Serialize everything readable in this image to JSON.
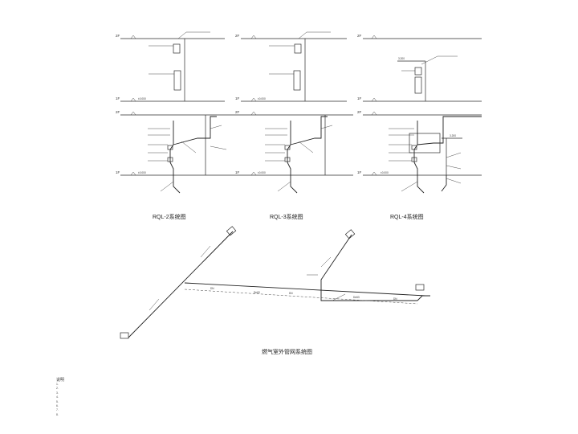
{
  "levels": {
    "floor2": "2F",
    "floor1": "1F",
    "elev_ground": "±0.000",
    "elev_top": "3.200"
  },
  "system_titles": [
    "RQL-2系统图",
    "RQL-3系统图",
    "RQL-4系统图"
  ],
  "main_title": "燃气室外管网系统图",
  "pipe_labels": {
    "dn": "DN",
    "size": "De63"
  },
  "notes": {
    "title": "说明",
    "items": [
      "1.",
      "2.",
      "3.",
      "4.",
      "5.",
      "6.",
      "7.",
      "8."
    ]
  }
}
